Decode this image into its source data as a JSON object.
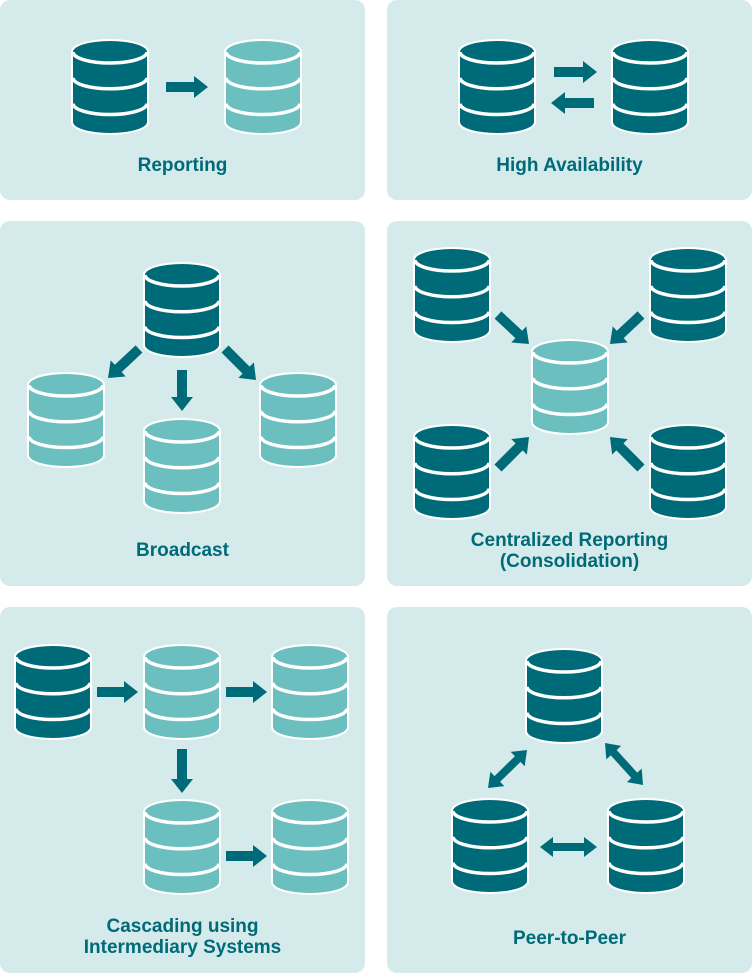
{
  "colors": {
    "panel": "#d5ebeb",
    "primary": "#006b78",
    "secondary": "#6bbfbf",
    "text": "#006b78"
  },
  "icons": {
    "database": "database-icon",
    "arrow": "arrow-icon",
    "double_arrow": "double-arrow-icon"
  },
  "panels": [
    {
      "id": "reporting",
      "title_lines": [
        "Reporting"
      ]
    },
    {
      "id": "high-availability",
      "title_lines": [
        "High Availability"
      ]
    },
    {
      "id": "broadcast",
      "title_lines": [
        "Broadcast"
      ]
    },
    {
      "id": "centralized-reporting",
      "title_lines": [
        "Centralized Reporting",
        "(Consolidation)"
      ]
    },
    {
      "id": "cascading",
      "title_lines": [
        "Cascading using",
        "Intermediary Systems"
      ]
    },
    {
      "id": "peer-to-peer",
      "title_lines": [
        "Peer-to-Peer"
      ]
    }
  ]
}
